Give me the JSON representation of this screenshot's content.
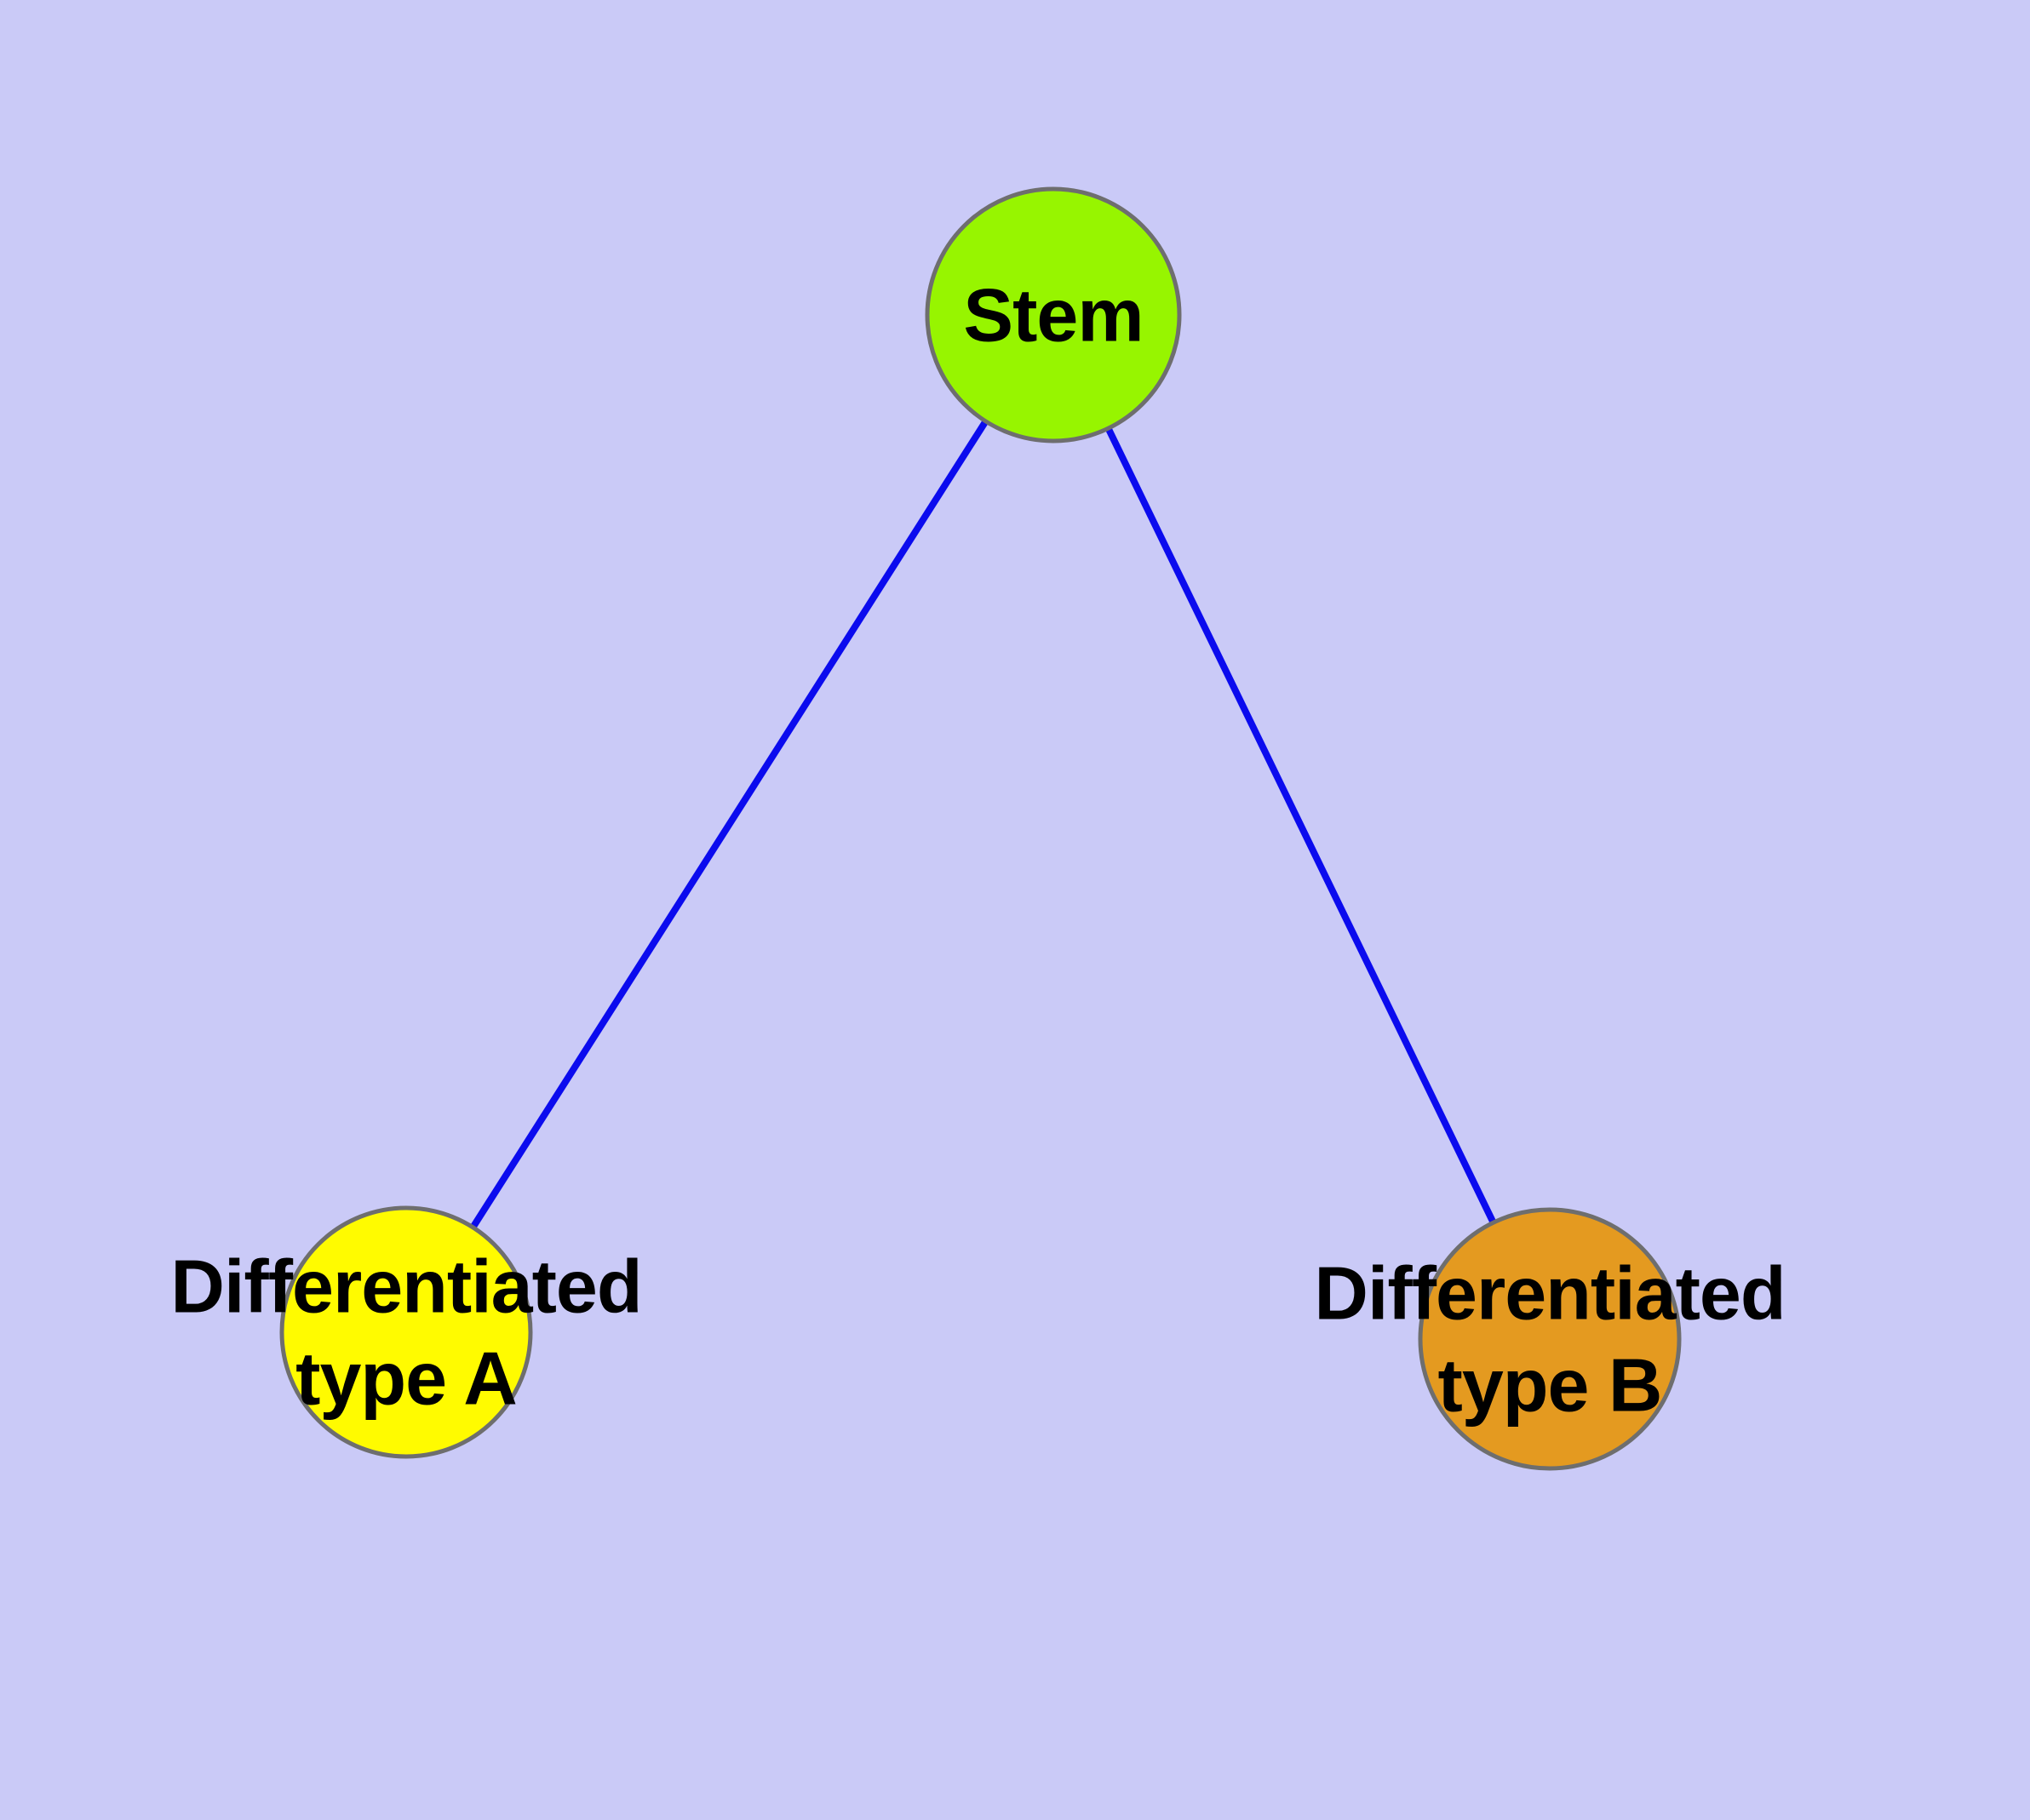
{
  "diagram": {
    "background_color": "#cacaf7",
    "edge_color": "#0b0bee",
    "node_border_color": "#6e6e6e",
    "text_color": "#000000",
    "nodes": [
      {
        "id": "stem",
        "label": "Stem",
        "line1": "Stem",
        "line2": "",
        "color": "#97f500"
      },
      {
        "id": "differentiated-type-a",
        "label": "Differentiated type A",
        "line1": "Differentiated",
        "line2": "type A",
        "color": "#fffb00"
      },
      {
        "id": "differentiated-type-b",
        "label": "Differentiated type B",
        "line1": "Differentiated",
        "line2": "type B",
        "color": "#e49a20"
      }
    ],
    "edges": [
      {
        "from": "Stem",
        "to": "Differentiated type A"
      },
      {
        "from": "Stem",
        "to": "Differentiated type B"
      }
    ]
  }
}
